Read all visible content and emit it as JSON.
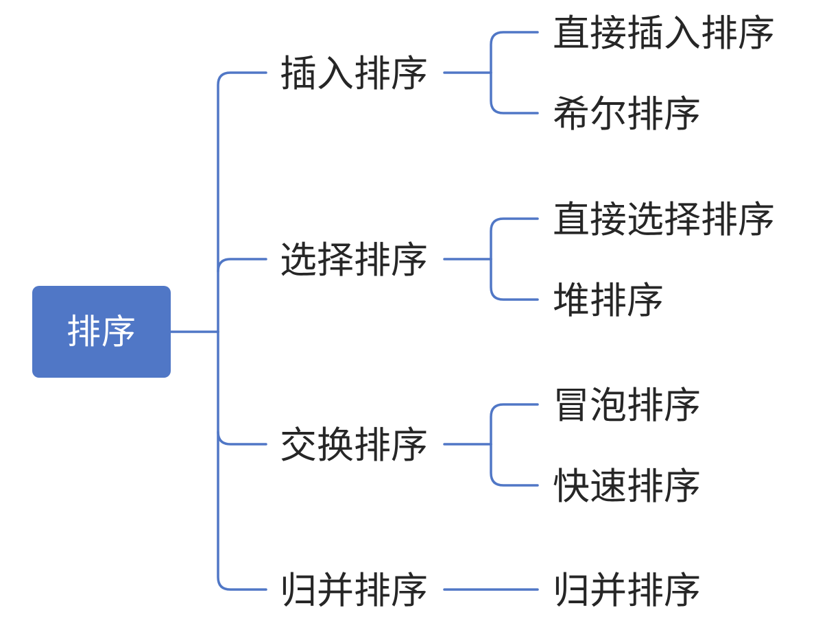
{
  "root": {
    "label": "排序"
  },
  "categories": [
    {
      "label": "插入排序",
      "children": [
        "直接插入排序",
        "希尔排序"
      ]
    },
    {
      "label": "选择排序",
      "children": [
        "直接选择排序",
        "堆排序"
      ]
    },
    {
      "label": "交换排序",
      "children": [
        "冒泡排序",
        "快速排序"
      ]
    },
    {
      "label": "归并排序",
      "children": [
        "归并排序"
      ]
    }
  ],
  "colors": {
    "accent": "#5077c6",
    "text": "#262626",
    "root_text": "#ffffff"
  }
}
